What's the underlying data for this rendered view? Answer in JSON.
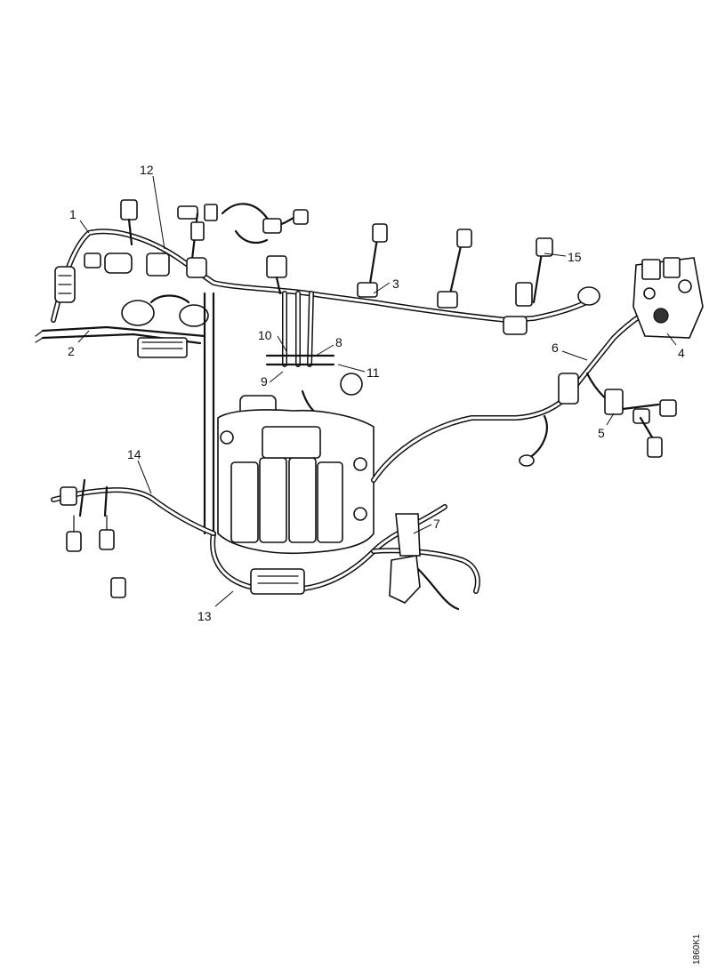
{
  "figure": {
    "reference_code": "1860K1",
    "callouts": [
      {
        "id": "c1",
        "label": "1"
      },
      {
        "id": "c2",
        "label": "2"
      },
      {
        "id": "c3",
        "label": "3"
      },
      {
        "id": "c4",
        "label": "4"
      },
      {
        "id": "c5",
        "label": "5"
      },
      {
        "id": "c6",
        "label": "6"
      },
      {
        "id": "c7",
        "label": "7"
      },
      {
        "id": "c8",
        "label": "8"
      },
      {
        "id": "c9",
        "label": "9"
      },
      {
        "id": "c10",
        "label": "10"
      },
      {
        "id": "c11",
        "label": "11"
      },
      {
        "id": "c12",
        "label": "12"
      },
      {
        "id": "c13",
        "label": "13"
      },
      {
        "id": "c14",
        "label": "14"
      },
      {
        "id": "c15",
        "label": "15"
      }
    ]
  }
}
